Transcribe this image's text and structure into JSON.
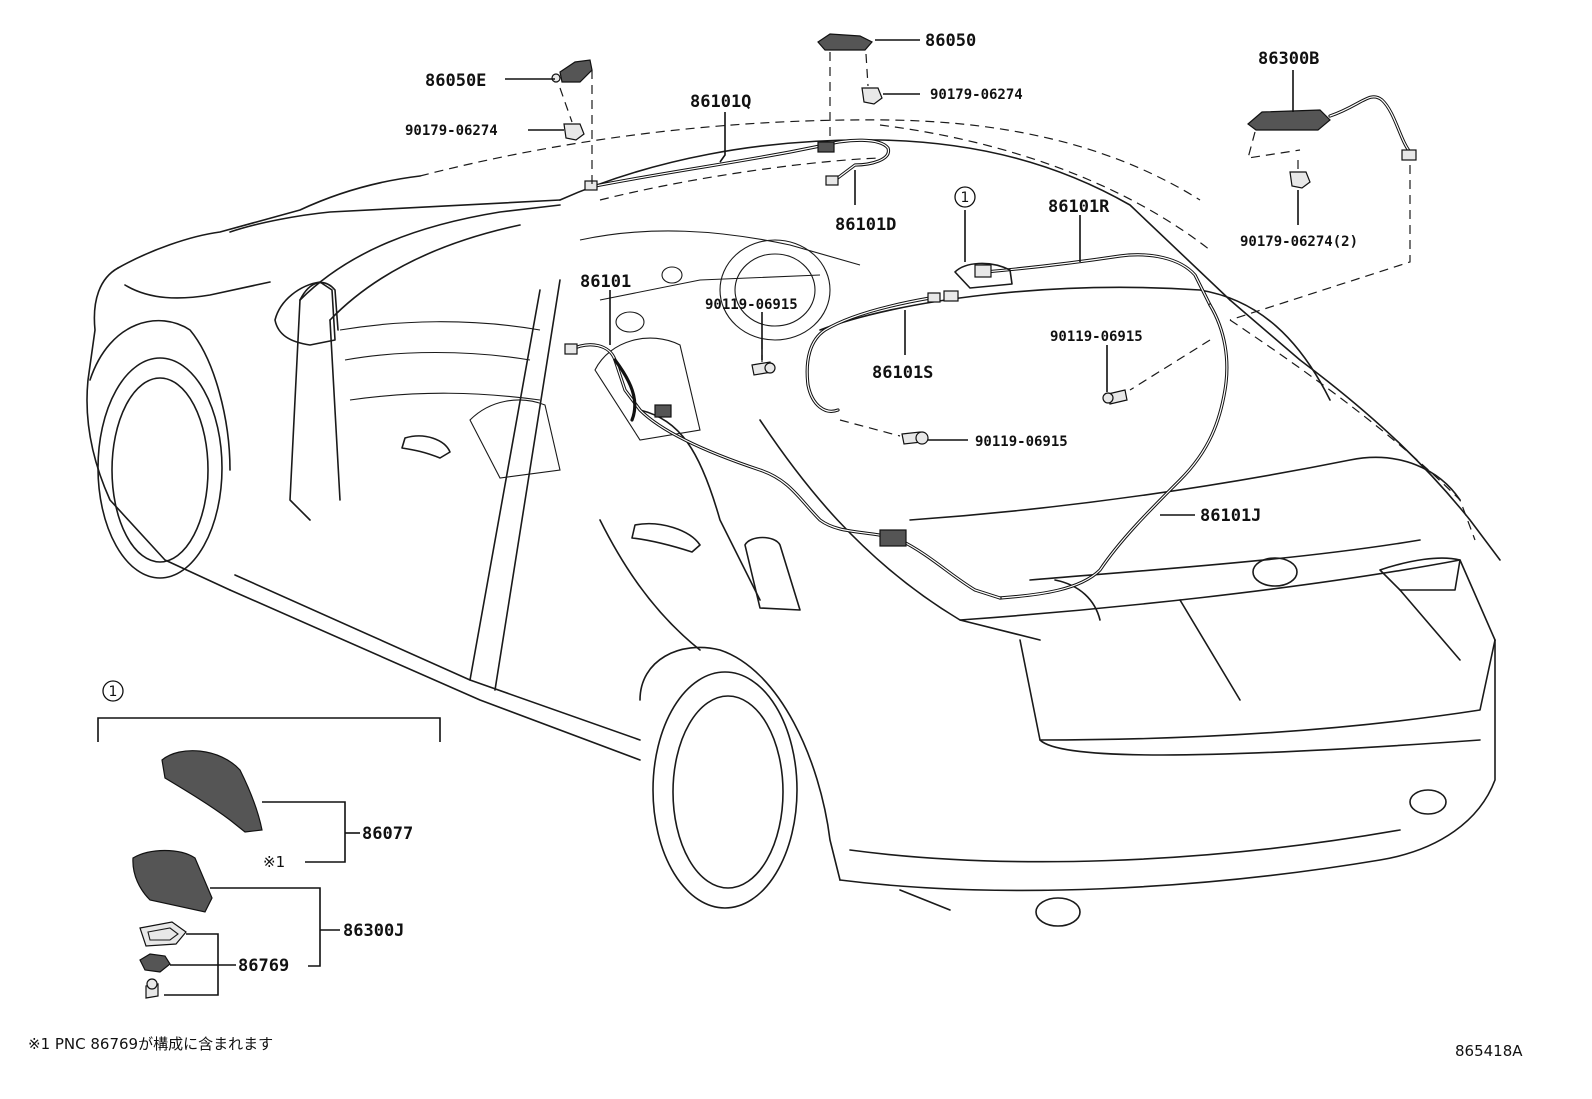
{
  "labels": {
    "p86050E": "86050E",
    "p86050": "86050",
    "p86300B": "86300B",
    "p86101Q": "86101Q",
    "p90179_a": "90179-06274",
    "p90179_b": "90179-06274",
    "p90179_c": "90179-06274(2)",
    "p86101D": "86101D",
    "p86101R": "86101R",
    "p86101": "86101",
    "p90119_a": "90119-06915",
    "p90119_b": "90119-06915",
    "p90119_c": "90119-06915",
    "p86101S": "86101S",
    "p86101J": "86101J",
    "p86077": "86077",
    "p86300J": "86300J",
    "p86769": "86769"
  },
  "callout_marker": "1",
  "note_ref": "※1",
  "footnote": "※1 PNC 86769が構成に含まれます",
  "figure_id": "865418A"
}
